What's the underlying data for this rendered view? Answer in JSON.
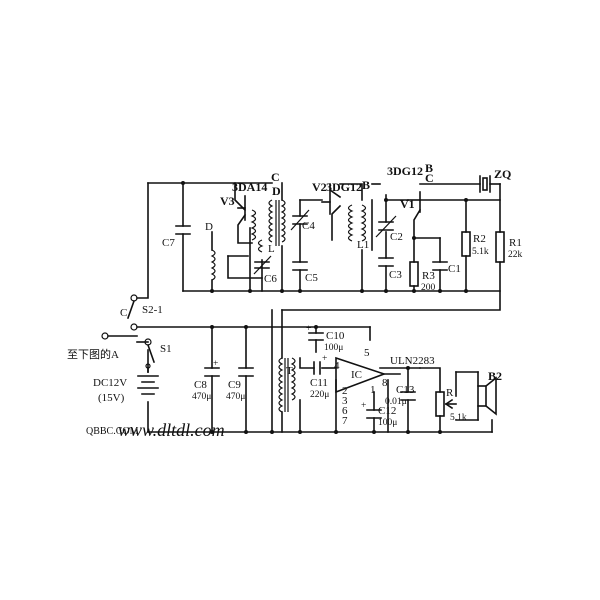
{
  "components": {
    "V3": "V3",
    "V3_type": "3DA14",
    "V3_pin": "D",
    "V3_pin_c": "C",
    "V2": "V2",
    "V2_type": "3DG12",
    "V2_pin_b": "B",
    "V1": "V1",
    "V1_type": "3DG12",
    "V1_pin_b": "B",
    "V1_pin_c": "C",
    "ZQ": "ZQ",
    "C7": "C7",
    "D": "D",
    "L": "L",
    "C6": "C6",
    "C4": "C4",
    "C5": "C5",
    "L1": "L1",
    "C2": "C2",
    "C3": "C3",
    "R3": "R3",
    "R3_val": "200",
    "C1": "C1",
    "R2": "R2",
    "R2_val": "5.1k",
    "R1": "R1",
    "R1_val": "22k",
    "S2_1": "S2-1",
    "S2_pin": "C",
    "S1": "S1",
    "to_A": "至下图的A",
    "battery": "DC12V",
    "battery_alt": "(15V)",
    "C8": "C8",
    "C8_val": "470μ",
    "C9": "C9",
    "C9_val": "470μ",
    "C10": "C10",
    "C10_val": "100μ",
    "T": "T",
    "C11": "C11",
    "C11_val": "220μ",
    "IC": "IC",
    "ic_type": "ULN2283",
    "pin4": "4",
    "pin5": "5",
    "pin1": "1",
    "pin2": "2",
    "pin3": "3",
    "pin6": "6",
    "pin7": "7",
    "pin8": "8",
    "C13": "C13",
    "C13_val": "0.01μ",
    "C12": "C12",
    "C12_val": "100μ",
    "R": "R",
    "R_val": "5.1k",
    "B2": "B2"
  },
  "watermark": {
    "site": "www.dltdl.com",
    "left": "QBBC.COM"
  }
}
